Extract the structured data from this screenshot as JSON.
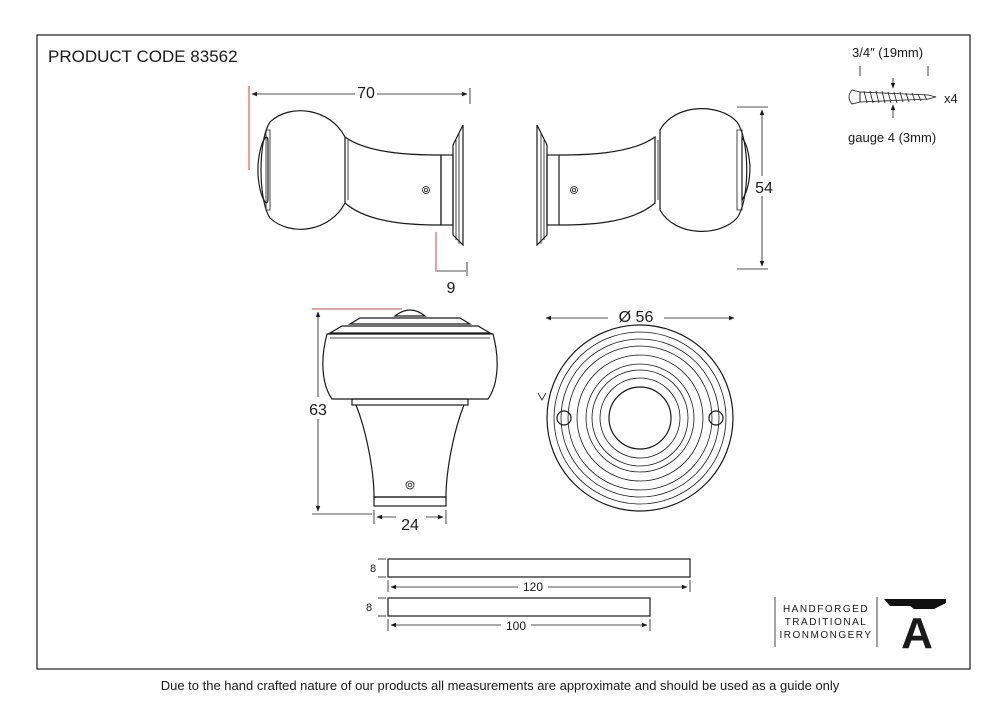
{
  "product_code": "PRODUCT CODE 83562",
  "screw": {
    "length": "3/4″ (19mm)",
    "quantity": "x4",
    "gauge": "gauge 4 (3mm)"
  },
  "dimensions": {
    "side_width": "70",
    "side_base": "9",
    "side_height": "54",
    "front_height": "63",
    "front_neck": "24",
    "rose_diameter": "Ø 56"
  },
  "bars": {
    "thickness_1": "8",
    "length_1": "120",
    "thickness_2": "8",
    "length_2": "100"
  },
  "brand": {
    "line1": "HANDFORGED",
    "line2": "TRADITIONAL",
    "line3": "IRONMONGERY",
    "mark_letter": "A"
  },
  "disclaimer": "Due to the hand crafted nature of our products all measurements are approximate and should be used as a guide only"
}
